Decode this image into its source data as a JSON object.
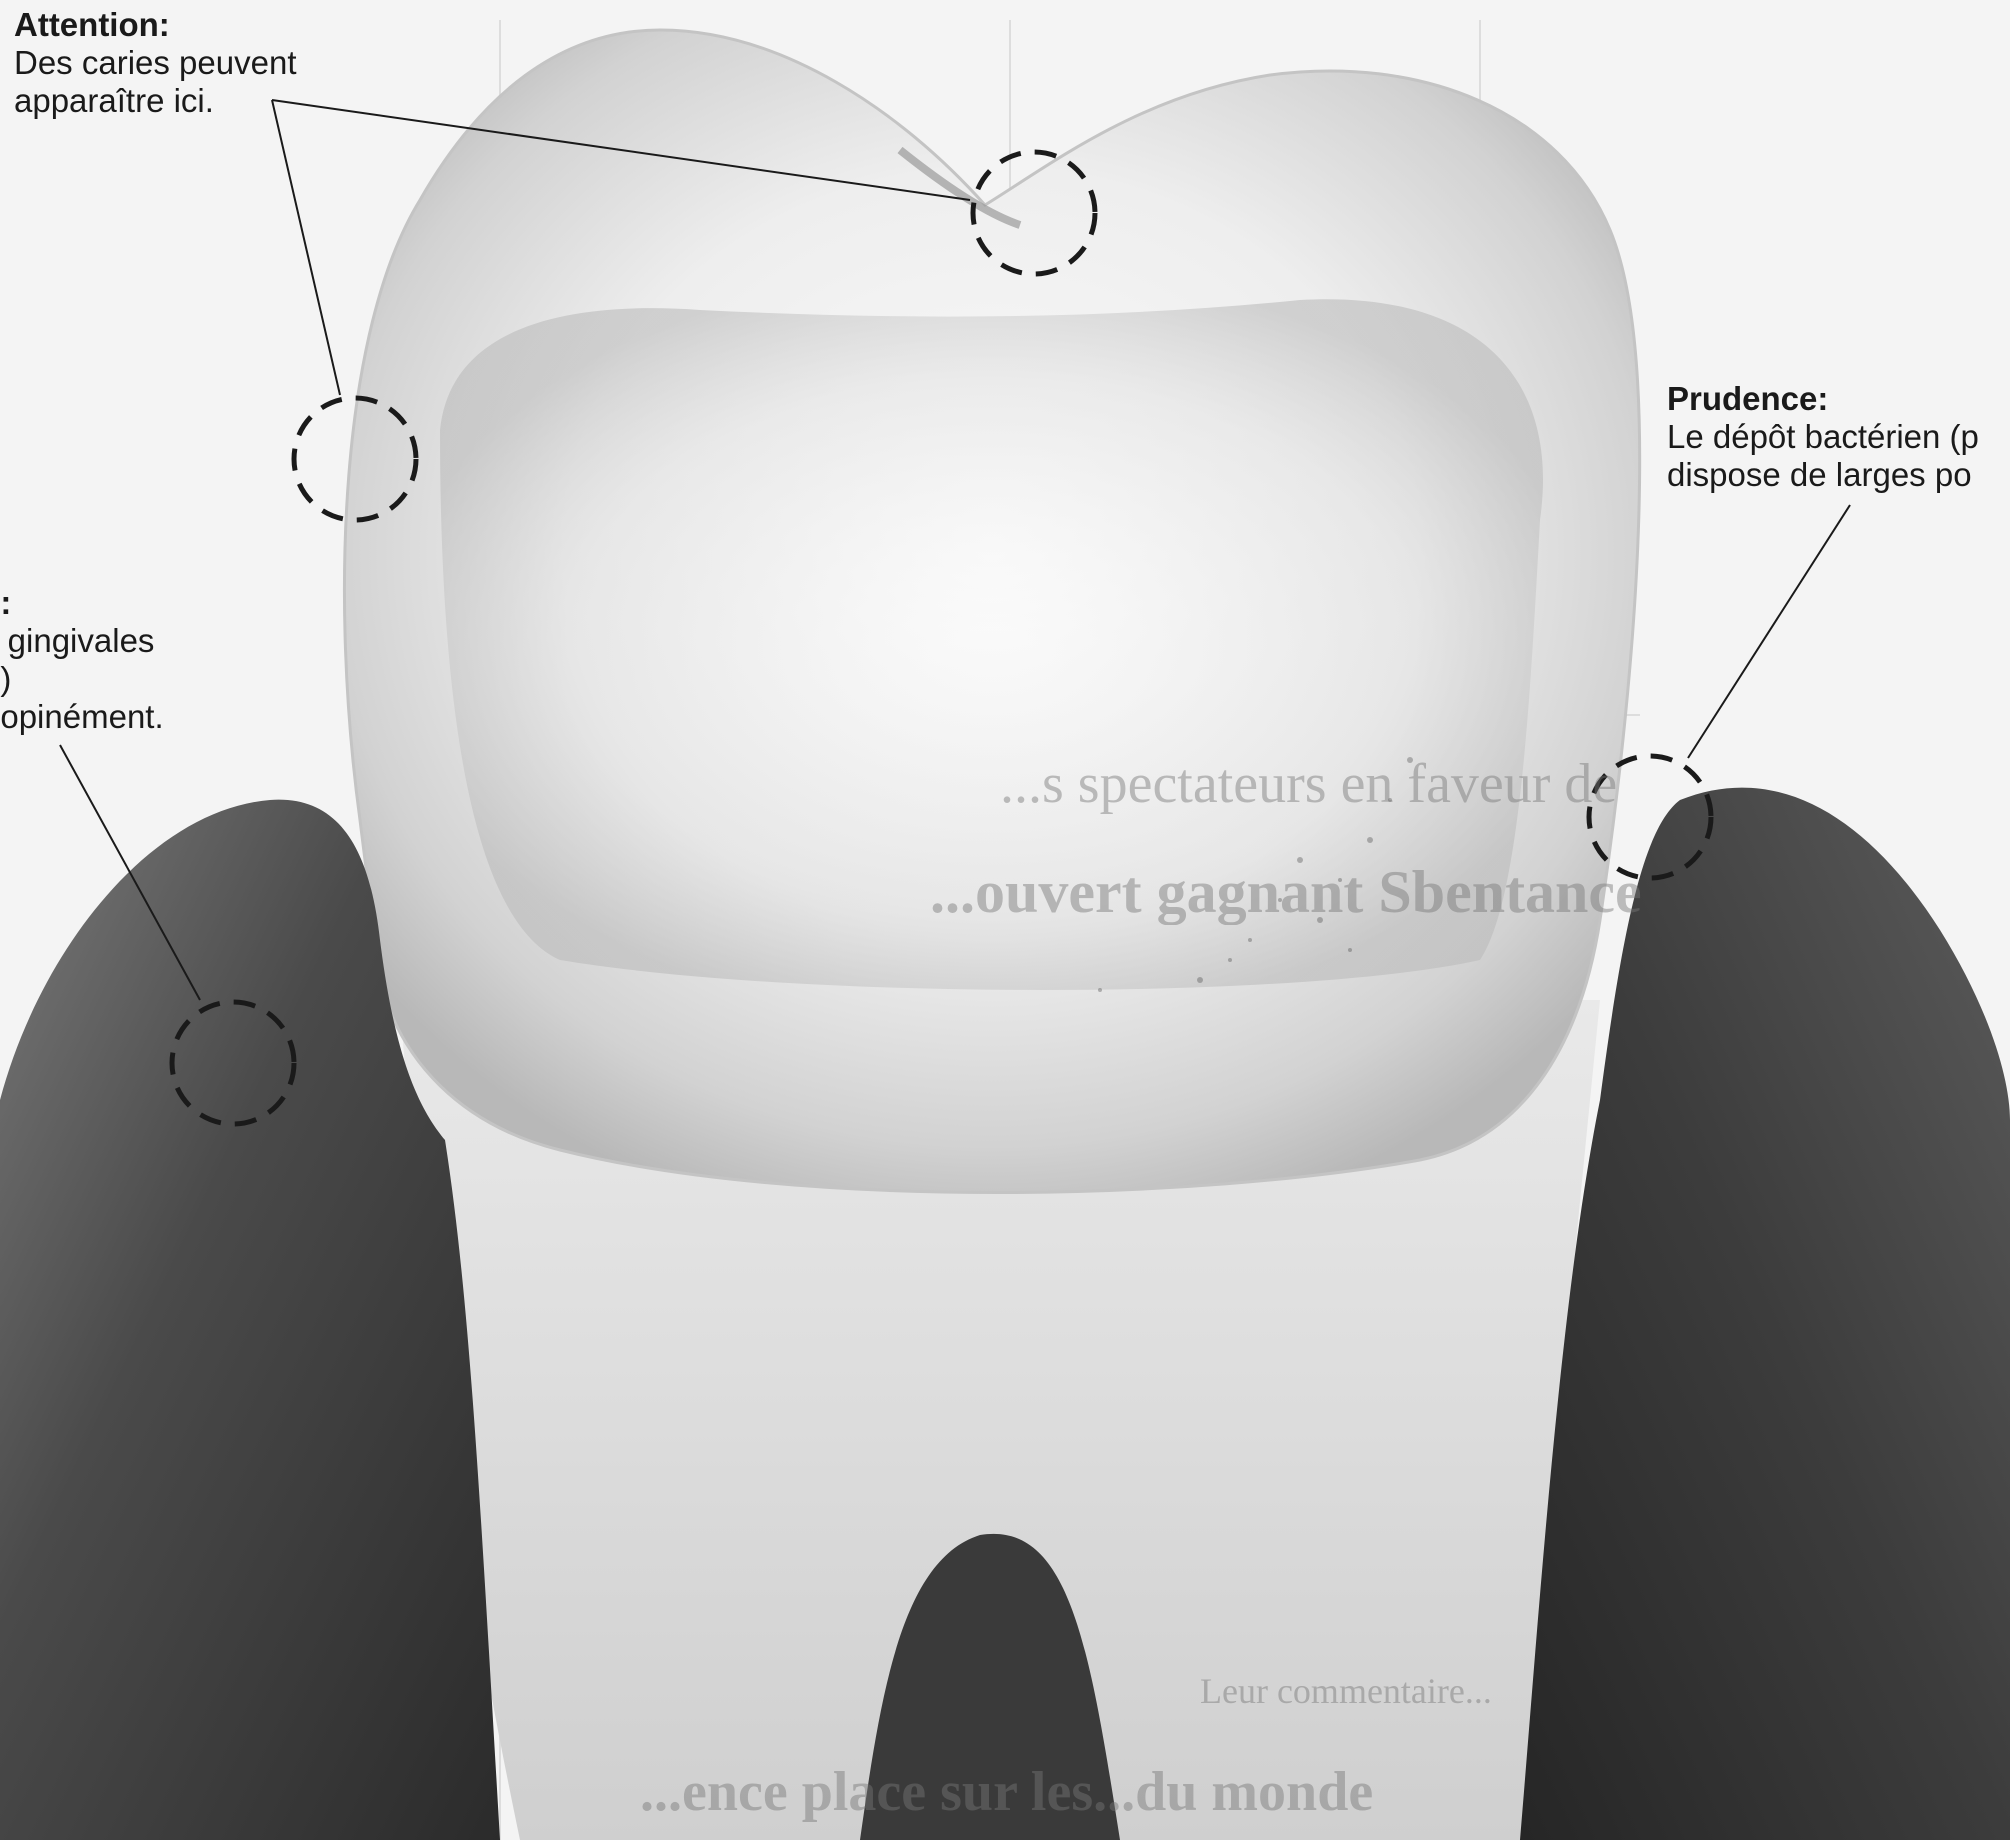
{
  "callouts": {
    "attention": {
      "heading": "Attention:",
      "lines": [
        "Des caries peuvent",
        "apparaître ici."
      ]
    },
    "prudence": {
      "heading": "Prudence:",
      "lines": [
        "Le dépôt bactérien (p",
        "dispose de larges po"
      ]
    },
    "left": {
      "heading": "e:",
      "lines": [
        "s gingivales",
        "e)",
        "nopinément."
      ]
    }
  },
  "background_newspaper": {
    "headline_1": "...s spectateurs en faveur de",
    "headline_2": "...ouvert gagnant Sbentance",
    "headline_3": "Leur commentaire...",
    "headline_4": "...ence place sur les...du monde"
  },
  "colors": {
    "tooth": "#f2f2f2",
    "tooth_shadow": "#bdbdbd",
    "gum": "#3a3a3a",
    "marker": "#1a1a1a",
    "paper": "#f4f4f4"
  }
}
